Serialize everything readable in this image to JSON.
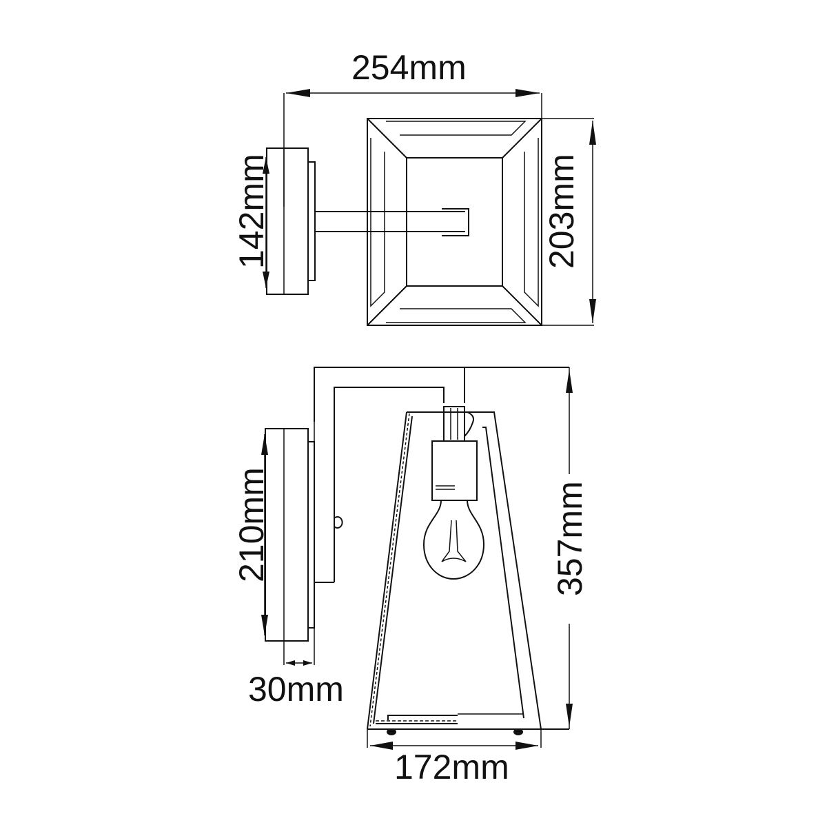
{
  "drawing": {
    "top_view": {
      "width_label": "254mm",
      "backplate_height_label": "142mm",
      "shade_height_label": "203mm"
    },
    "side_view": {
      "backplate_height_label": "210mm",
      "backplate_depth_label": "30mm",
      "total_height_label": "357mm",
      "shade_width_label": "172mm"
    },
    "colors": {
      "line": "#111111",
      "background": "#ffffff"
    }
  }
}
